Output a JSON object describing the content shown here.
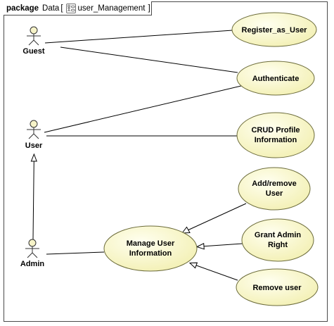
{
  "frame": {
    "keyword": "package",
    "name": "Data",
    "bracket_open": "[",
    "diagram_name": "user_Management",
    "bracket_close": "]"
  },
  "actors": {
    "guest": "Guest",
    "user": "User",
    "admin": "Admin"
  },
  "use_cases": {
    "register": [
      "Register_as_User"
    ],
    "authenticate": [
      "Authenticate"
    ],
    "crud_profile": [
      "CRUD Profile",
      "Information"
    ],
    "add_remove": [
      "Add/remove",
      "User"
    ],
    "grant_admin": [
      "Grant Admin",
      "Right"
    ],
    "remove_user": [
      "Remove user"
    ],
    "manage_user": [
      "Manage User",
      "Information"
    ]
  },
  "colors": {
    "use_case_fill": "#fbfbd2",
    "use_case_stroke": "#6b6b3a",
    "line": "#000000",
    "actor_fill": "#f6f3c8"
  }
}
